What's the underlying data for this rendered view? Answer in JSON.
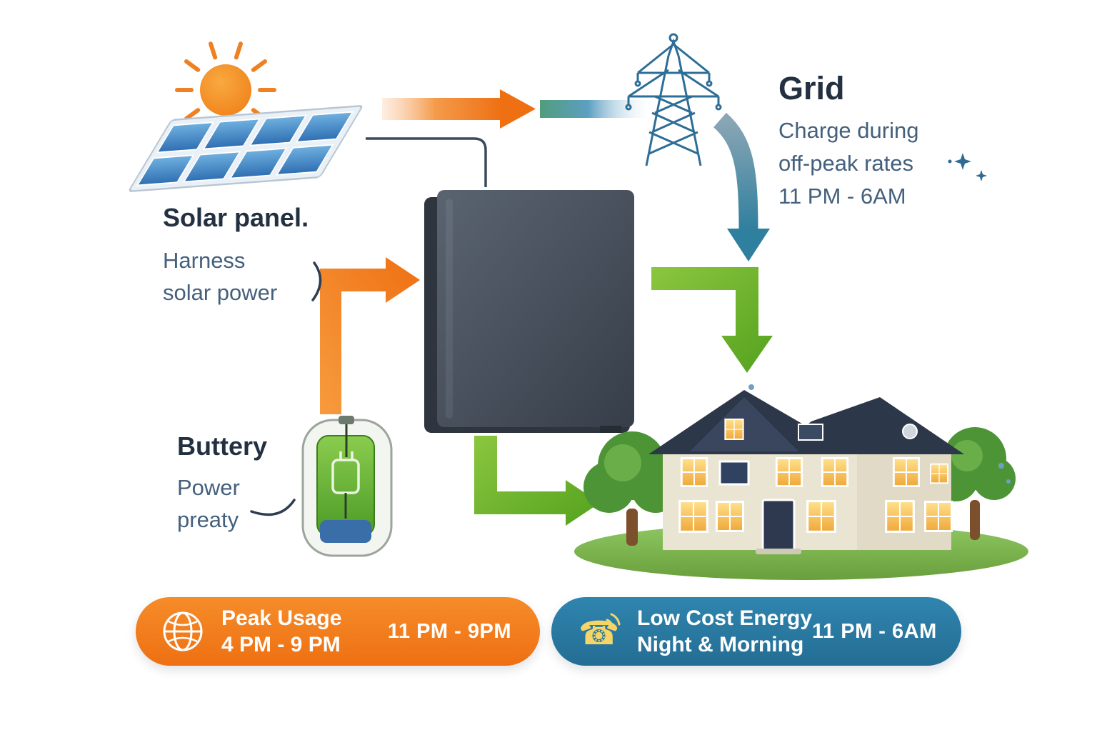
{
  "diagram": {
    "solar": {
      "title": "Solar panel.",
      "lines": [
        "Harness",
        "solar power"
      ]
    },
    "grid": {
      "title": "Grid",
      "lines": [
        "Charge during",
        "off-peak rates",
        "11 PM - 6AM"
      ]
    },
    "battery": {
      "title": "Buttery",
      "lines": [
        "Power",
        "preaty"
      ]
    }
  },
  "badges": {
    "peak": {
      "icon": "radar-icon",
      "title": "Peak Usage",
      "subtitle": "4 PM - 9 PM",
      "time": "11 PM - 9PM"
    },
    "low_cost": {
      "icon": "phone-icon",
      "title": "Low Cost Energy",
      "subtitle": "Night & Morning",
      "time": "11 PM - 6AM"
    }
  },
  "colors": {
    "orange": "#EE7013",
    "green": "#5FAD26",
    "teal": "#2F7F9E",
    "badge_blue": "#2A7CA4",
    "title_navy": "#233042",
    "subtext_blue": "#44607C",
    "battery_gray": "#424B57",
    "window_yellow": "#F7C64E",
    "roof_navy": "#2C3749"
  }
}
